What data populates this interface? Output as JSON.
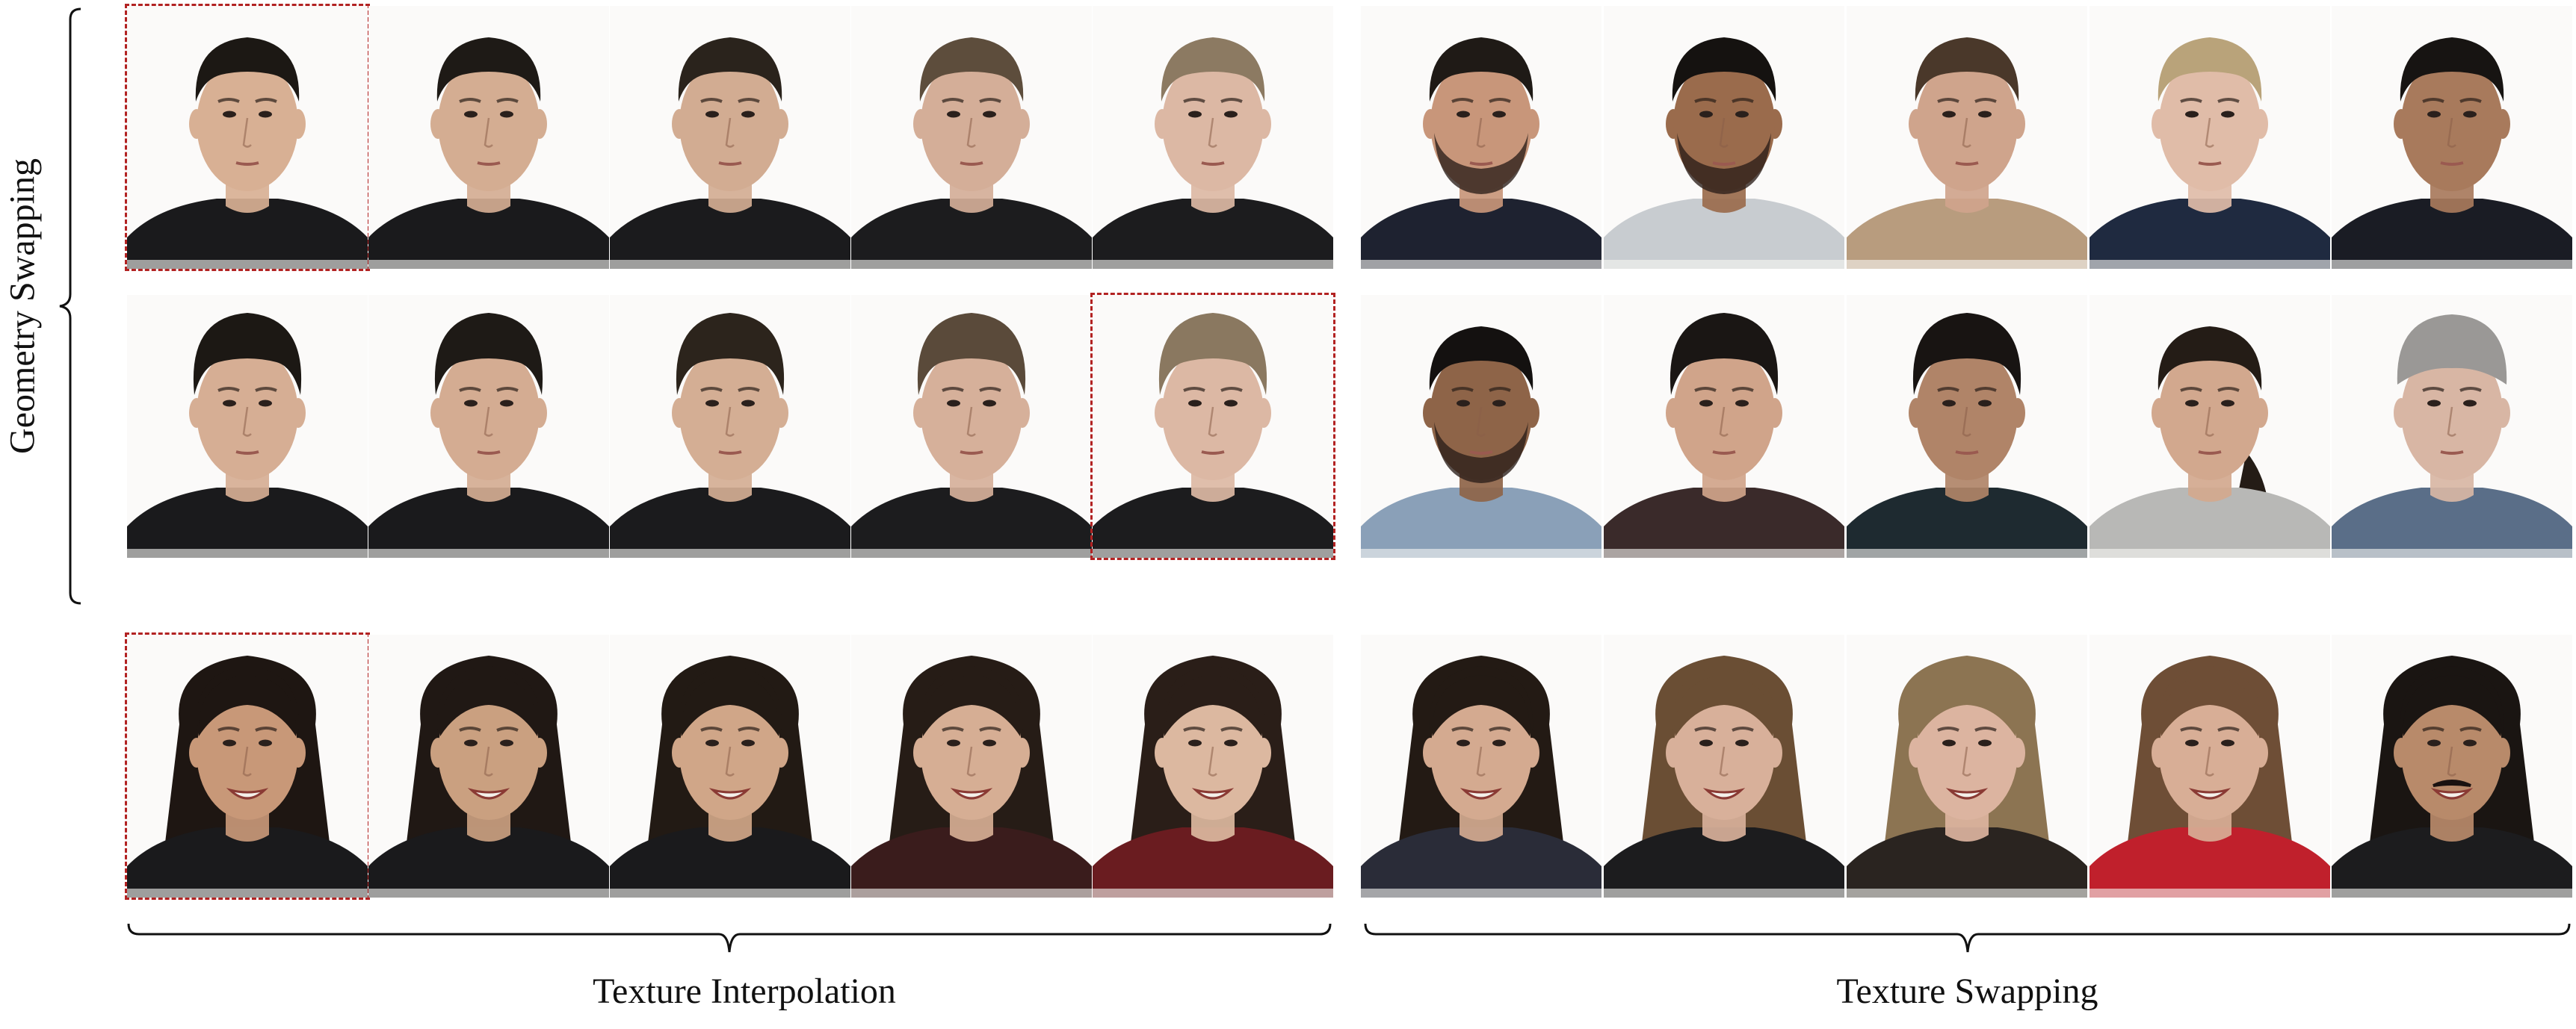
{
  "labels": {
    "geometry_swapping": "Geometry Swapping",
    "texture_interpolation": "Texture Interpolation",
    "texture_swapping": "Texture Swapping"
  },
  "colors": {
    "highlight_box": "#b22222",
    "brace": "#111111",
    "background": "#ffffff"
  },
  "rows": [
    {
      "tiles": [
        {
          "desc": "asian-man-short-black-hair",
          "hair": "#1c1814",
          "skin": "#d8b094",
          "shirt": "#1a1a1c",
          "style": "short",
          "highlight": true
        },
        {
          "desc": "asian-man-short-black-hair",
          "hair": "#1e1a16",
          "skin": "#d4ad92",
          "shirt": "#1a1a1c",
          "style": "short",
          "highlight": false
        },
        {
          "desc": "man-dark-brown-hair",
          "hair": "#2a231c",
          "skin": "#d2ac92",
          "shirt": "#1b1b1d",
          "style": "short",
          "highlight": false
        },
        {
          "desc": "man-brown-hair",
          "hair": "#5d4d3c",
          "skin": "#d4ae98",
          "shirt": "#1c1c1e",
          "style": "short",
          "highlight": false
        },
        {
          "desc": "man-light-brown-hair",
          "hair": "#8c7a62",
          "skin": "#dcb8a4",
          "shirt": "#1c1c1e",
          "style": "short",
          "highlight": false
        },
        {
          "desc": "man-dark-hair-beard",
          "hair": "#1f1a16",
          "skin": "#c8967a",
          "shirt": "#1e2230",
          "style": "beard",
          "highlight": false
        },
        {
          "desc": "man-dark-skin-beard",
          "hair": "#151210",
          "skin": "#9a6b4c",
          "shirt": "#c8ccd0",
          "style": "beard",
          "highlight": false
        },
        {
          "desc": "woman-short-brown-hair",
          "hair": "#4a382a",
          "skin": "#cfa48c",
          "shirt": "#b89c7e",
          "style": "short",
          "highlight": false
        },
        {
          "desc": "young-man-blond-hair",
          "hair": "#b9a37a",
          "skin": "#e0bca8",
          "shirt": "#1f2a40",
          "style": "short",
          "highlight": false
        },
        {
          "desc": "man-dark-hair",
          "hair": "#171412",
          "skin": "#a87a5c",
          "shirt": "#1a1c24",
          "style": "short",
          "highlight": false
        }
      ]
    },
    {
      "tiles": [
        {
          "desc": "asian-man-black-hair",
          "hair": "#1c1814",
          "skin": "#d6ae94",
          "shirt": "#1a1a1c",
          "style": "tall",
          "highlight": false
        },
        {
          "desc": "asian-man-black-hair",
          "hair": "#1e1a16",
          "skin": "#d4ac92",
          "shirt": "#1a1a1c",
          "style": "tall",
          "highlight": false
        },
        {
          "desc": "man-dark-brown-hair",
          "hair": "#2c241c",
          "skin": "#d4ae94",
          "shirt": "#1b1b1d",
          "style": "tall",
          "highlight": false
        },
        {
          "desc": "man-brown-hair",
          "hair": "#5a4a3a",
          "skin": "#d6b09a",
          "shirt": "#1c1c1e",
          "style": "tall",
          "highlight": false
        },
        {
          "desc": "man-light-brown-hair",
          "hair": "#8a7860",
          "skin": "#dcb8a4",
          "shirt": "#1c1c1e",
          "style": "tall",
          "highlight": true
        },
        {
          "desc": "man-dark-skin-beard",
          "hair": "#141110",
          "skin": "#8e6448",
          "shirt": "#8aa0b8",
          "style": "beard",
          "highlight": false
        },
        {
          "desc": "man-dark-hair-fringe",
          "hair": "#1a1614",
          "skin": "#d0a48a",
          "shirt": "#3a2a2a",
          "style": "tall",
          "highlight": false
        },
        {
          "desc": "man-dark-hair",
          "hair": "#181412",
          "skin": "#b08468",
          "shirt": "#1e2a30",
          "style": "tall",
          "highlight": false
        },
        {
          "desc": "woman-dark-hair-tied",
          "hair": "#241c16",
          "skin": "#d2a88e",
          "shirt": "#b8b8b6",
          "style": "tied",
          "highlight": false
        },
        {
          "desc": "older-woman-grey-hat",
          "hair": "#9a9896",
          "skin": "#d8b6a4",
          "shirt": "#5a6e88",
          "style": "hat",
          "highlight": false
        }
      ]
    },
    {
      "tiles": [
        {
          "desc": "smiling-woman-long-dark-hair",
          "hair": "#1e1612",
          "skin": "#c89878",
          "shirt": "#1a1a1c",
          "style": "long",
          "highlight": true
        },
        {
          "desc": "smiling-woman-long-dark-hair",
          "hair": "#201814",
          "skin": "#caa080",
          "shirt": "#1a1a1c",
          "style": "long",
          "highlight": false
        },
        {
          "desc": "smiling-woman-long-dark-hair",
          "hair": "#221a14",
          "skin": "#d0a688",
          "shirt": "#1a1a1c",
          "style": "long",
          "highlight": false
        },
        {
          "desc": "smiling-woman-long-dark-hair",
          "hair": "#261c16",
          "skin": "#d6ae94",
          "shirt": "#3a1c1c",
          "style": "long",
          "highlight": false
        },
        {
          "desc": "smiling-woman-long-dark-hair",
          "hair": "#2a1e18",
          "skin": "#dcb8a0",
          "shirt": "#6a1c20",
          "style": "long",
          "highlight": false
        },
        {
          "desc": "smiling-woman-dark-curly-hair",
          "hair": "#231a14",
          "skin": "#d4aa90",
          "shirt": "#2a2c38",
          "style": "long",
          "highlight": false
        },
        {
          "desc": "smiling-woman-light-brown-hair",
          "hair": "#6a4e34",
          "skin": "#d8b09a",
          "shirt": "#1c1c1e",
          "style": "long",
          "highlight": false
        },
        {
          "desc": "smiling-woman-blonde-hair",
          "hair": "#8c7452",
          "skin": "#dcb4a0",
          "shirt": "#2a2420",
          "style": "long",
          "highlight": false
        },
        {
          "desc": "smiling-woman-brown-hair",
          "hair": "#6e4e36",
          "skin": "#d8ae96",
          "shirt": "#c0202c",
          "style": "long",
          "highlight": false
        },
        {
          "desc": "smiling-man-long-dark-hair-mustache",
          "hair": "#1a1512",
          "skin": "#b88a6a",
          "shirt": "#1c1c1e",
          "style": "longmust",
          "highlight": false
        }
      ]
    }
  ]
}
